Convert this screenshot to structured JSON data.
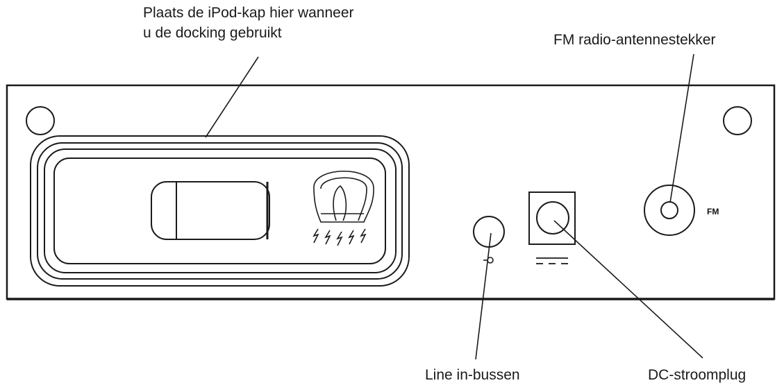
{
  "callouts": {
    "dock_line1": "Plaats de iPod-kap hier wanneer",
    "dock_line2": "u de docking gebruikt",
    "fm_antenna": "FM radio-antennestekker",
    "line_in": "Line in-bussen",
    "dc_power": "DC-stroomplug"
  },
  "panel_marks": {
    "fm": "FM"
  },
  "colors": {
    "line": "#1a1a1a",
    "background": "#ffffff"
  }
}
